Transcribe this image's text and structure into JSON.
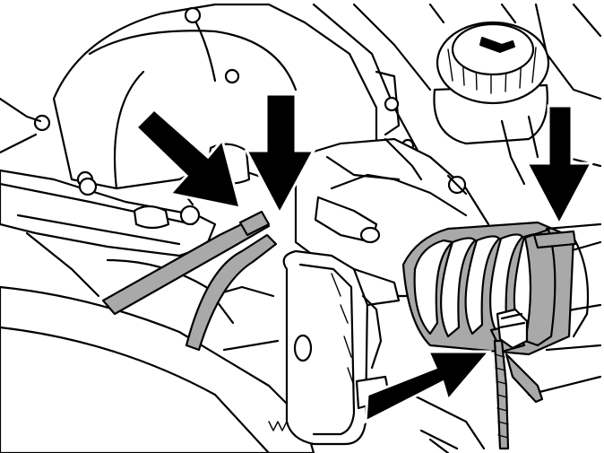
{
  "colors": {
    "line": "#000000",
    "background": "#ffffff",
    "hose_fill": "#a9a9a9",
    "arrow_fill": "#000000"
  },
  "callout_arrows": [
    {
      "id": "arrow-1"
    },
    {
      "id": "arrow-2"
    },
    {
      "id": "arrow-3"
    },
    {
      "id": "arrow-4"
    }
  ]
}
